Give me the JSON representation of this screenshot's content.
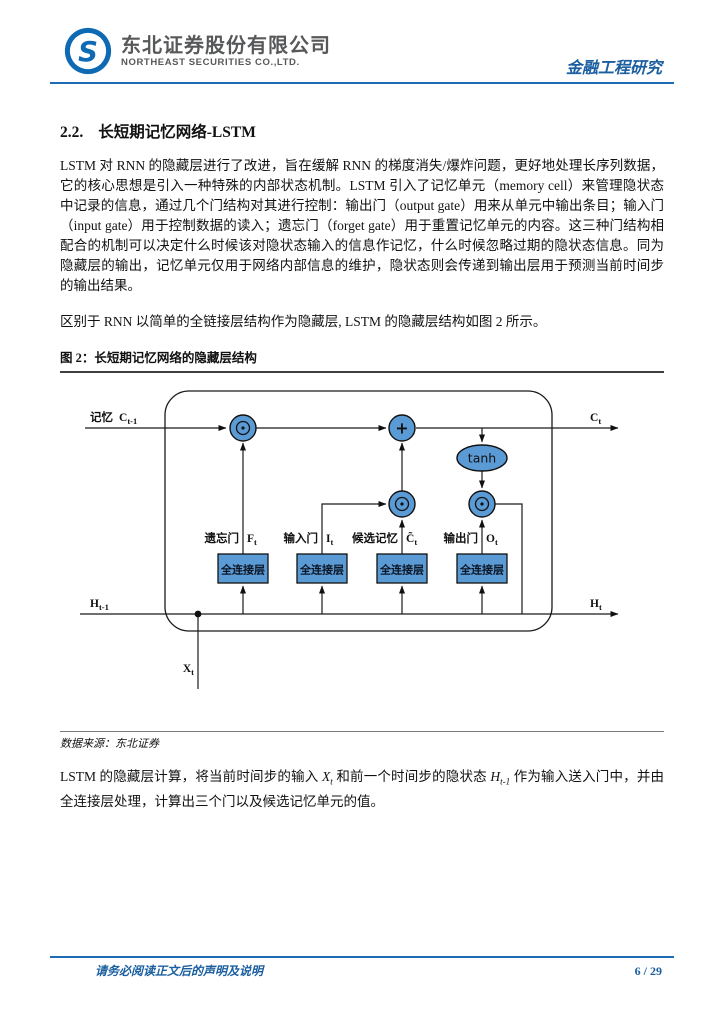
{
  "header": {
    "logo_glyph": "S",
    "company_cn": "东北证券股份有限公司",
    "company_en": "NORTHEAST SECURITIES CO.,LTD.",
    "report_type": "金融工程研究"
  },
  "section": {
    "number": "2.2.",
    "title": "长短期记忆网络-LSTM"
  },
  "body": {
    "p1": "LSTM 对 RNN 的隐藏层进行了改进，旨在缓解 RNN 的梯度消失/爆炸问题，更好地处理长序列数据，它的核心思想是引入一种特殊的内部状态机制。LSTM 引入了记忆单元（memory cell）来管理隐状态中记录的信息，通过几个门结构对其进行控制：输出门（output gate）用来从单元中输出条目；输入门（input gate）用于控制数据的读入；遗忘门（forget gate）用于重置记忆单元的内容。这三种门结构相配合的机制可以决定什么时候该对隐状态输入的信息作记忆，什么时候忽略过期的隐状态信息。同为隐藏层的输出，记忆单元仅用于网络内部信息的维护，隐状态则会传递到输出层用于预测当前时间步的输出结果。",
    "p2": "区别于 RNN 以简单的全链接层结构作为隐藏层, LSTM 的隐藏层结构如图 2 所示。",
    "p3": {
      "seg1": "LSTM 的隐藏层计算，将当前时间步的输入 ",
      "var1": "X",
      "var1_sub": "t",
      "seg2": " 和前一个时间步的隐状态 ",
      "var2": "H",
      "var2_sub": "t-1",
      "seg3": " 作为输入送入门中，并由全连接层处理，计算出三个门以及候选记忆单元的值。"
    }
  },
  "figure": {
    "title": "图 2：长短期记忆网络的隐藏层结构",
    "source": "数据来源：东北证券",
    "diagram": {
      "memory_cn": "记忆",
      "memory_var": "C",
      "memory_sub": "t-1",
      "c_out": "C",
      "c_out_sub": "t",
      "h_in": "H",
      "h_in_sub": "t-1",
      "h_out": "H",
      "h_out_sub": "t",
      "x_var": "X",
      "x_sub": "t",
      "tanh_label": "tanh",
      "plus_label": "+",
      "forget_cn": "遗忘门",
      "forget_var": "F",
      "forget_sub": "t",
      "input_cn": "输入门",
      "input_var": "I",
      "input_sub": "t",
      "candidate_cn": "候选记忆",
      "candidate_var": "C̃",
      "candidate_sub": "t",
      "output_cn": "输出门",
      "output_var": "O",
      "output_sub": "t",
      "fc_label": "全连接层"
    }
  },
  "footer": {
    "disclaimer": "请务必阅读正文后的声明及说明",
    "page_number": "6 / 29"
  },
  "colors": {
    "accent_blue": "#1e6bb5",
    "footer_blue": "#1b5fa0",
    "logo_blue": "#0f6ab4",
    "company_gray": "#57585a",
    "node_fill": "#5b9bd5"
  }
}
